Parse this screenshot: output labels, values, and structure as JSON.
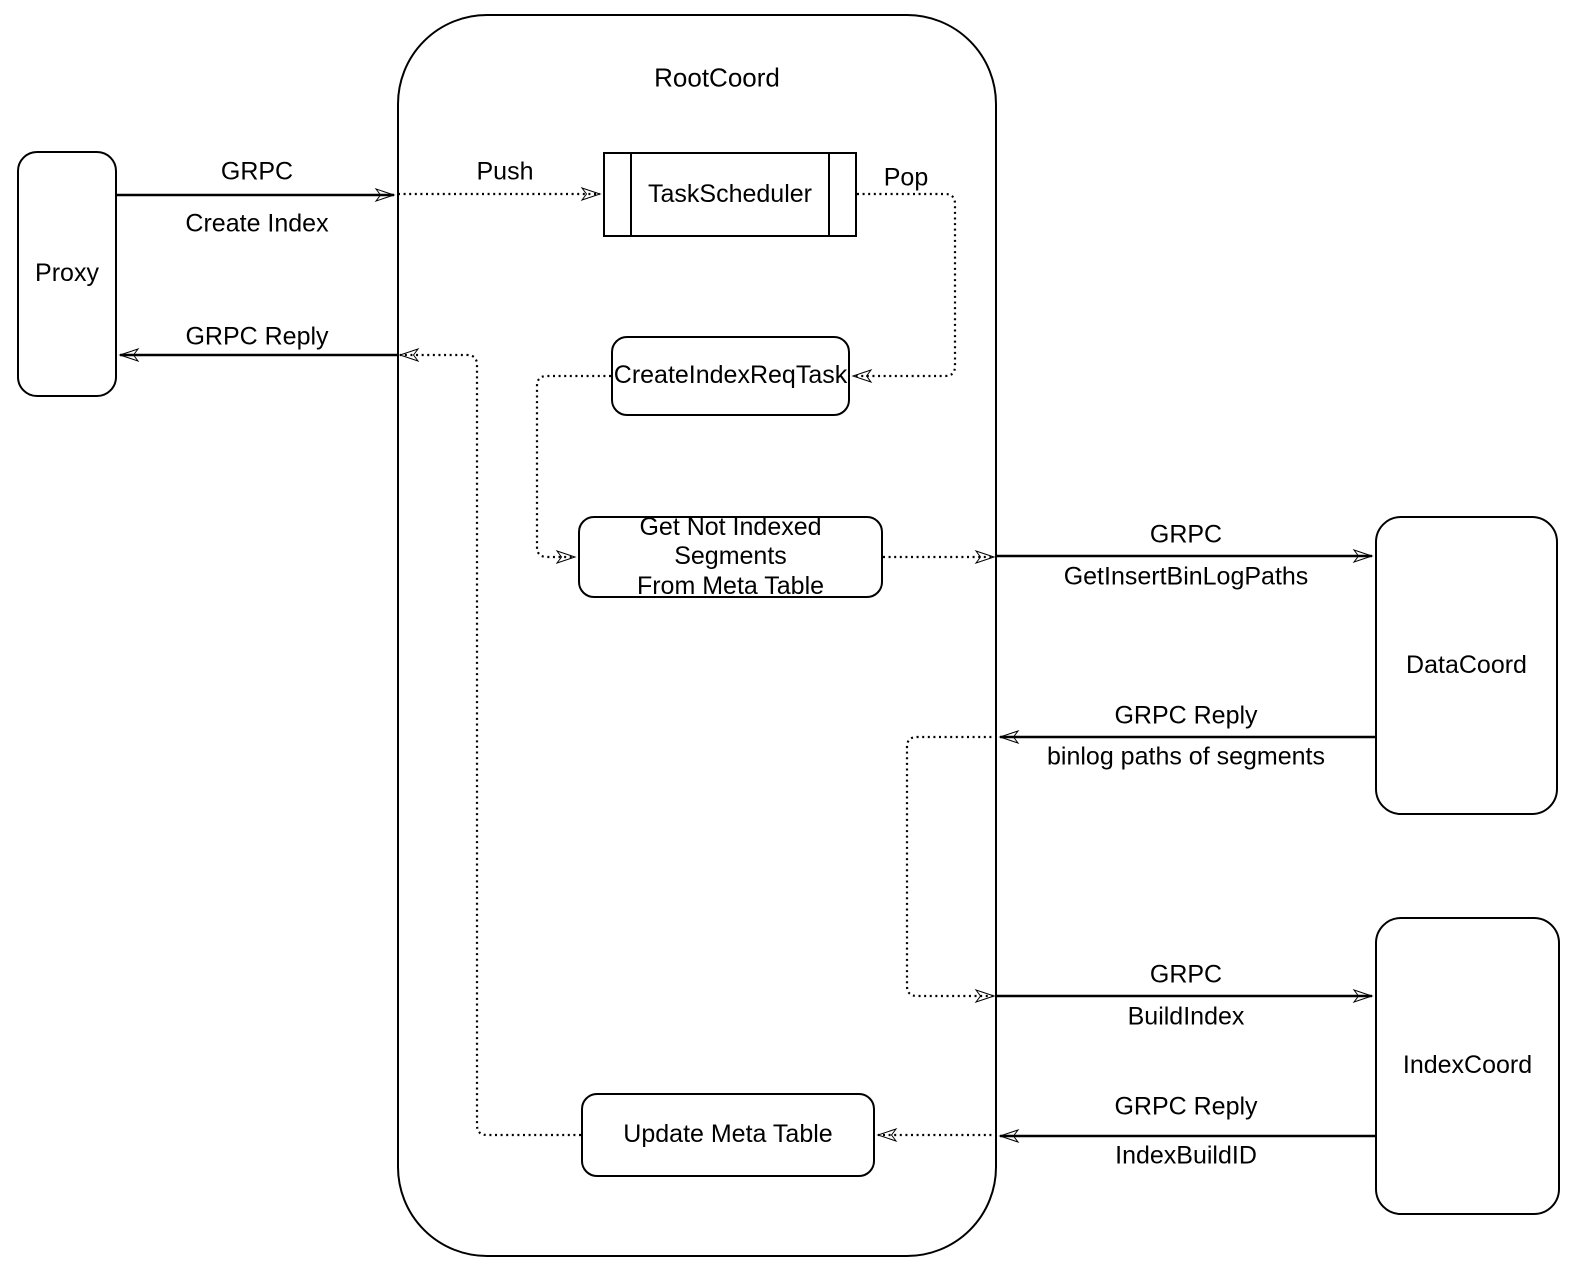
{
  "diagram": {
    "container_title": "RootCoord",
    "nodes": {
      "proxy": "Proxy",
      "task_scheduler": "TaskScheduler",
      "create_index_req_task": "CreateIndexReqTask",
      "get_not_indexed_segments": "Get Not Indexed Segments\nFrom Meta Table",
      "update_meta_table": "Update Meta Table",
      "data_coord": "DataCoord",
      "index_coord": "IndexCoord"
    },
    "edge_labels": {
      "create_index_protocol": "GRPC",
      "create_index_method": "Create Index",
      "push": "Push",
      "pop": "Pop",
      "reply_to_proxy": "GRPC Reply",
      "get_binlog_protocol": "GRPC",
      "get_binlog_method": "GetInsertBinLogPaths",
      "binlog_reply": "GRPC Reply",
      "binlog_reply_payload": "binlog paths of segments",
      "build_index_protocol": "GRPC",
      "build_index_method": "BuildIndex",
      "build_index_reply": "GRPC Reply",
      "build_index_reply_payload": "IndexBuildID"
    },
    "colors": {
      "stroke": "#000000",
      "background": "#ffffff",
      "text": "#000000"
    }
  }
}
